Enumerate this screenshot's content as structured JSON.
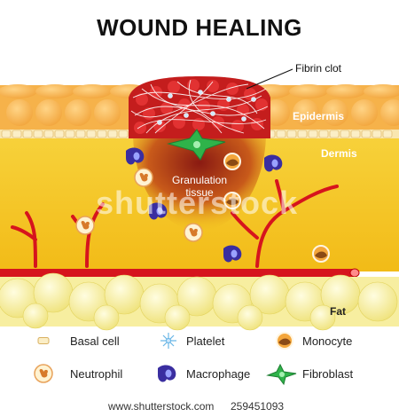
{
  "title": "WOUND HEALING",
  "labels": {
    "fibrin_clot": "Fibrin clot",
    "epidermis": "Epidermis",
    "dermis": "Dermis",
    "granulation_line1": "Granulation",
    "granulation_line2": "tissue",
    "fat": "Fat"
  },
  "legend": [
    {
      "icon": "basal-cell-icon",
      "label": "Basal cell"
    },
    {
      "icon": "platelet-icon",
      "label": "Platelet"
    },
    {
      "icon": "monocyte-icon",
      "label": "Monocyte"
    },
    {
      "icon": "neutrophil-icon",
      "label": "Neutrophil"
    },
    {
      "icon": "macrophage-icon",
      "label": "Macrophage"
    },
    {
      "icon": "fibroblast-icon",
      "label": "Fibroblast"
    }
  ],
  "watermark": "shutterstock",
  "footer": {
    "url": "www.shutterstock.com",
    "id": "259451093"
  },
  "colors": {
    "epidermis": "#f6b24a",
    "dermis": "#f5c520",
    "fat": "#f7eea0",
    "clot": "#cc1f1f",
    "vessel": "#d6141d",
    "macrophage": "#3a2ea0",
    "fibroblast": "#2fb34a"
  }
}
